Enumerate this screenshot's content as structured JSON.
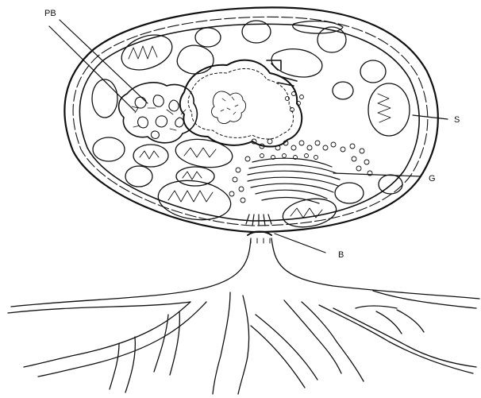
{
  "labels": {
    "pb": "PB",
    "s": "S",
    "g": "G",
    "b": "B"
  },
  "colors": {
    "ink": "#111111",
    "background": "#ffffff"
  }
}
